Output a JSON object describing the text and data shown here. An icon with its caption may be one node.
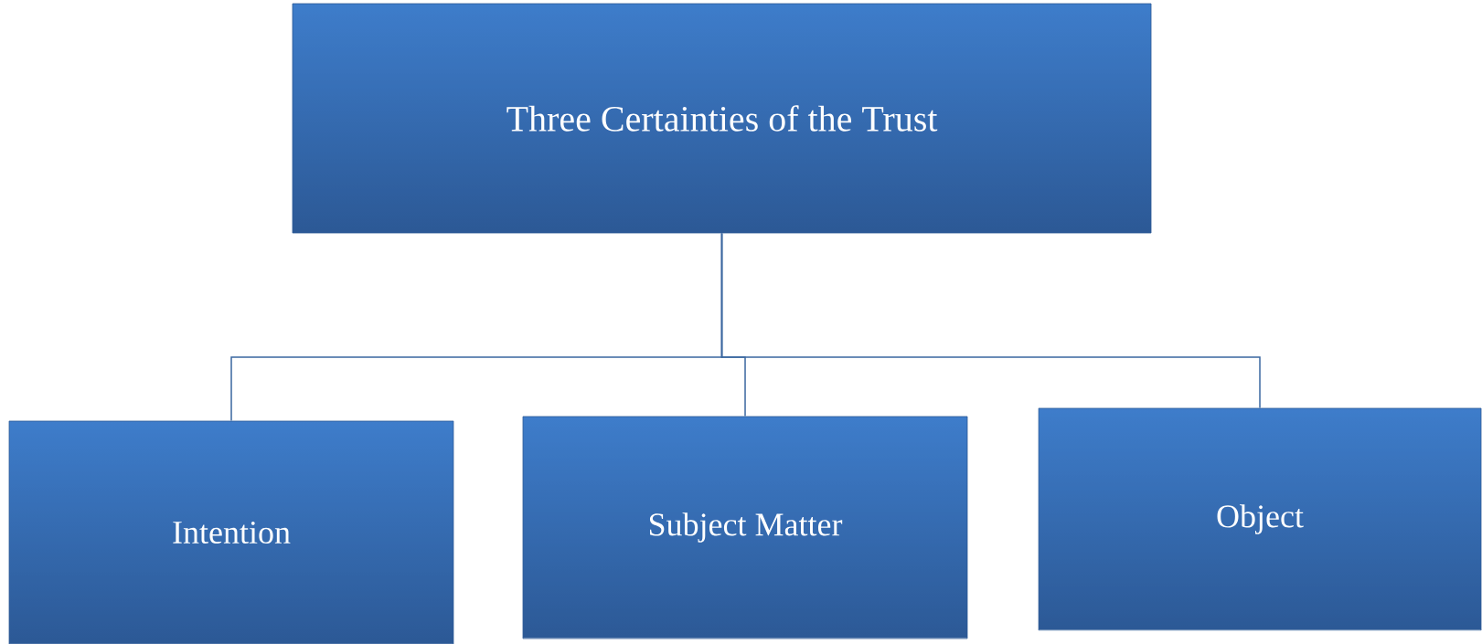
{
  "diagram": {
    "nodes": [
      {
        "text": [
          "Three Certainties of the Trust"
        ]
      },
      {
        "text": [
          "Intention"
        ]
      },
      {
        "text": [
          "Subject Matter"
        ]
      },
      {
        "text": [
          "Object"
        ]
      }
    ],
    "edges": [
      {
        "from": 0,
        "to": 1,
        "arrow": "none"
      },
      {
        "from": 0,
        "to": 2,
        "arrow": "none"
      },
      {
        "from": 0,
        "to": 3,
        "arrow": "none"
      }
    ]
  }
}
